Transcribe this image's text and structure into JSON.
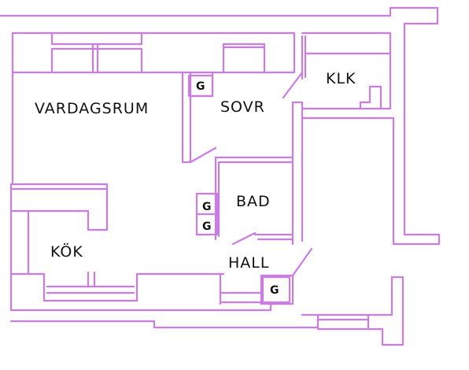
{
  "colors": {
    "wall": "#cc7be6",
    "text": "#111111",
    "background": "#ffffff"
  },
  "rooms": {
    "vardagsrum": "VARDAGSRUM",
    "sovr": "SOVR",
    "klk": "KLK",
    "bad": "BAD",
    "kok": "KÖK",
    "hall": "HALL"
  },
  "markers": [
    "G",
    "G",
    "G",
    "G"
  ]
}
